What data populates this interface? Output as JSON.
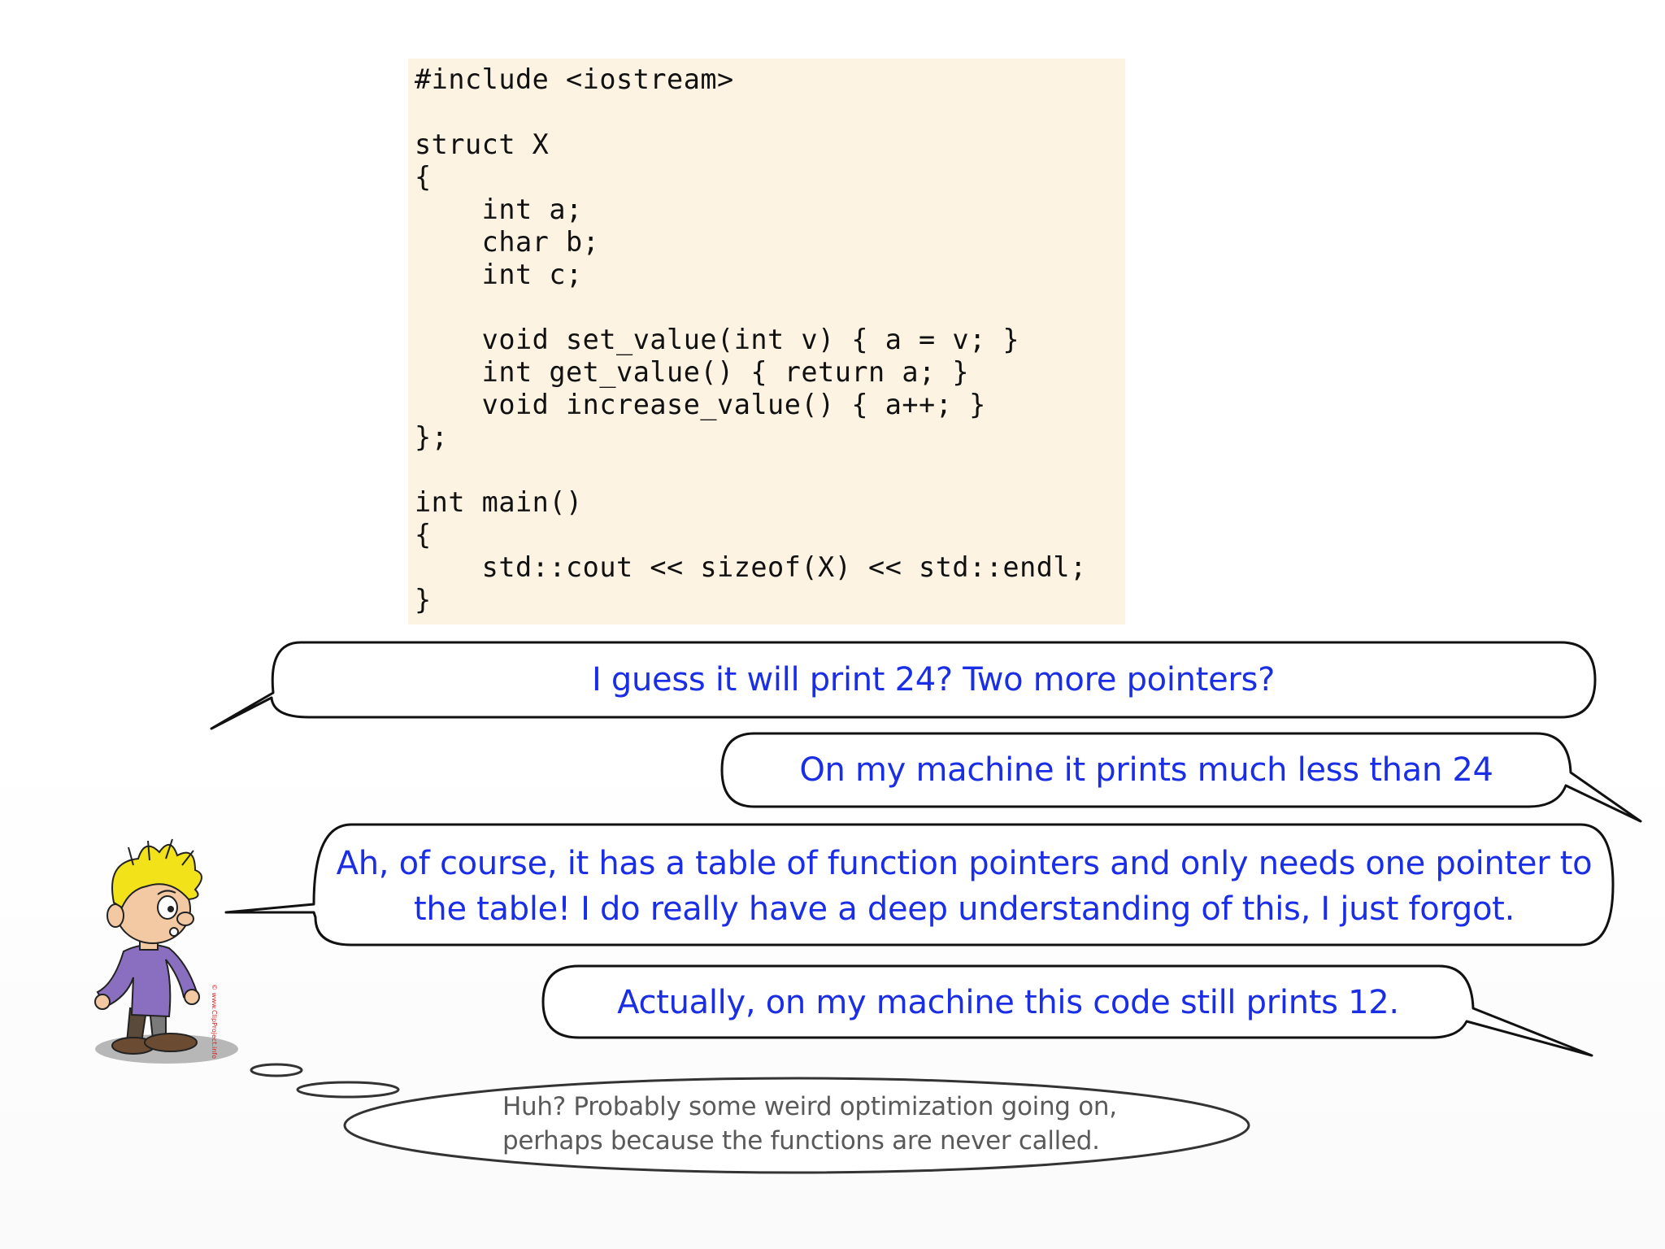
{
  "code": {
    "lines": [
      "#include <iostream>",
      "",
      "struct X",
      "{",
      "    int a;",
      "    char b;",
      "    int c;",
      "",
      "    void set_value(int v) { a = v; }",
      "    int get_value() { return a; }",
      "    void increase_value() { a++; }",
      "};",
      "",
      "int main()",
      "{",
      "    std::cout << sizeof(X) << std::endl;",
      "}"
    ]
  },
  "bubbles": {
    "guess_24": "I guess it will print 24? Two more pointers?",
    "machine_less": "On my machine it prints much less than 24",
    "table_line1": "Ah, of course, it has a table of function pointers and only needs one pointer to",
    "table_line2": "the table! I do really have a deep understanding of this, I just forgot.",
    "prints_12": "Actually, on my machine this code still prints 12."
  },
  "thought": {
    "line1": "Huh? Probably some weird optimization going on,",
    "line2": "perhaps because the functions are never called."
  },
  "credit": "© www.ClipProject.info",
  "colors": {
    "code_background": "#fdf3e2",
    "speech_text": "#1a2ee6",
    "thought_text": "#5a5a5a",
    "bubble_outline": "#111111"
  },
  "icons": {
    "character": "cartoon-boy-icon"
  }
}
